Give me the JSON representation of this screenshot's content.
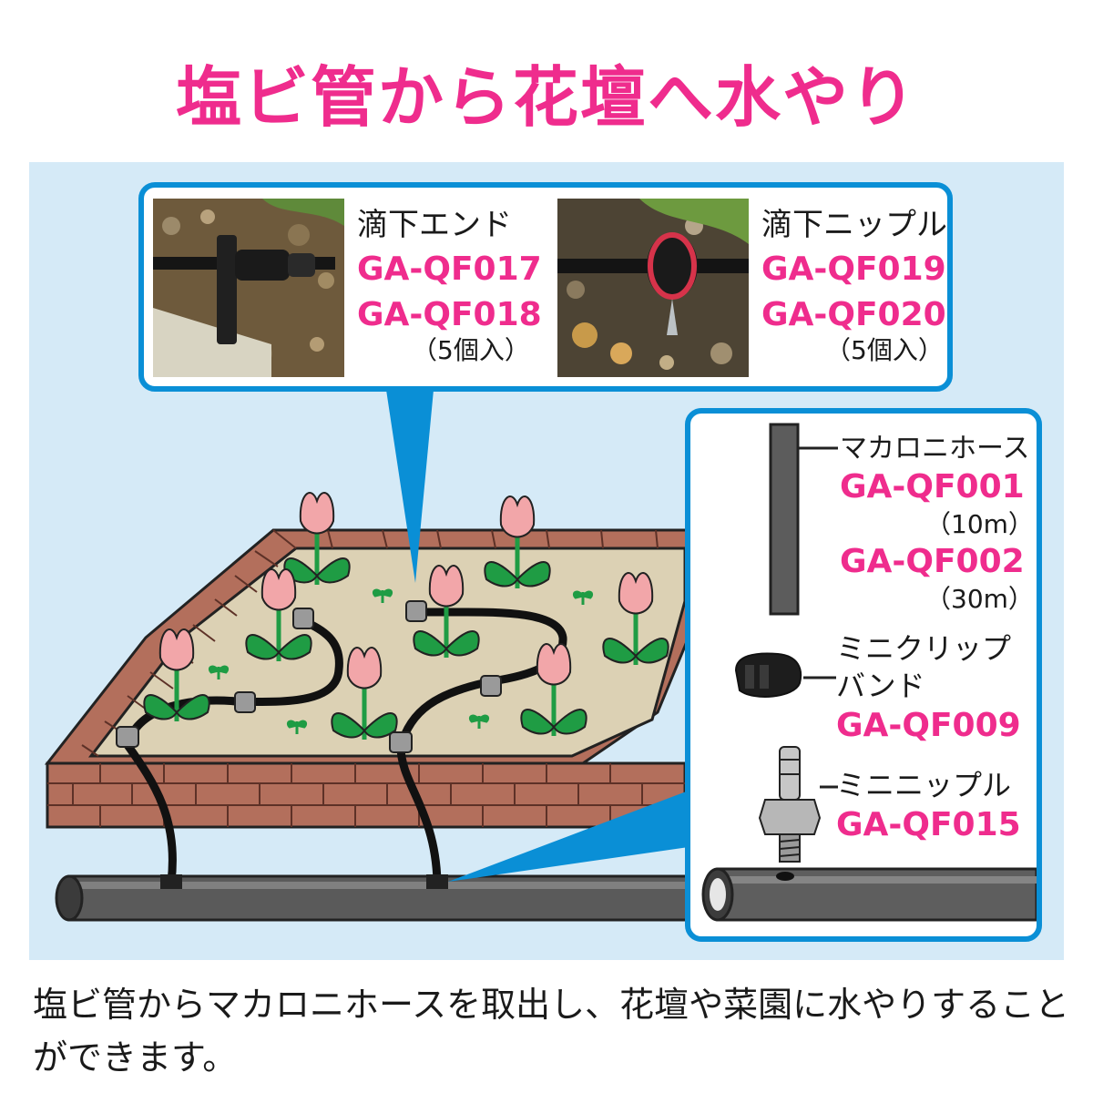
{
  "title": "塩ビ管から花壇へ水やり",
  "colors": {
    "accent": "#ef2c8d",
    "frame_blue": "#0a8fd6",
    "panel_bg": "#d5eaf7",
    "brick": "#b36f5c",
    "soil": "#dcd1b4",
    "tulip": "#f2a6a9",
    "leaf": "#1f9c44"
  },
  "top_callout": {
    "left": {
      "name": "滴下エンド",
      "codes": [
        "GA-QF017",
        "GA-QF018"
      ],
      "qty": "（5個入）"
    },
    "right": {
      "name": "滴下ニップル",
      "codes": [
        "GA-QF019",
        "GA-QF020"
      ],
      "qty": "（5個入）"
    }
  },
  "right_callout": {
    "hose": {
      "name": "マカロニホース",
      "code1": "GA-QF001",
      "len1": "（10m）",
      "code2": "GA-QF002",
      "len2": "（30m）"
    },
    "clip": {
      "name_line1": "ミニクリップ",
      "name_line2": "バンド",
      "code": "GA-QF009"
    },
    "nipple": {
      "name": "ミニニップル",
      "code": "GA-QF015"
    }
  },
  "description": "塩ビ管からマカロニホースを取出し、花壇や菜園に水やりすることができます。",
  "icons": [
    "drip-end-photo",
    "drip-nipple-photo",
    "tulip-icon",
    "hose-icon",
    "clip-band-icon",
    "mini-nipple-icon",
    "pvc-pipe-icon"
  ]
}
